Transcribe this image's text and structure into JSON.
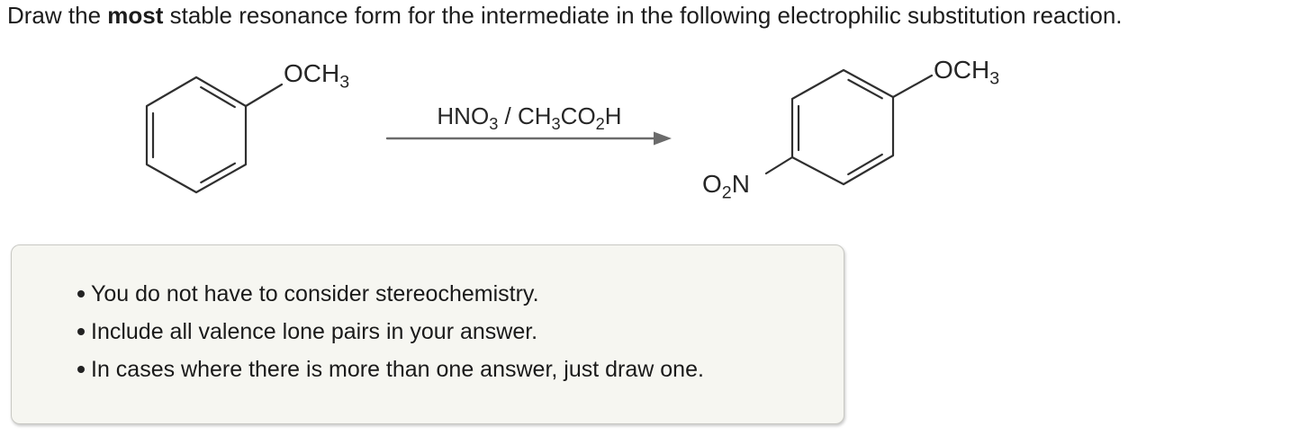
{
  "title": {
    "prefix": "Draw the ",
    "bold": "most",
    "suffix": " stable resonance form for the intermediate in the following electrophilic substitution reaction."
  },
  "reaction": {
    "labels": {
      "reactant_och3": {
        "pre": "OCH",
        "sub": "3"
      },
      "conditions": {
        "p1": "HNO",
        "s1": "3",
        "p2": " / CH",
        "s2": "3",
        "p3": "CO",
        "s3": "2",
        "p4": "H"
      },
      "product_och3": {
        "pre": "OCH",
        "sub": "3"
      },
      "product_no2": {
        "p1": "O",
        "s1": "2",
        "p2": "N"
      }
    }
  },
  "instructions": {
    "items": [
      "You do not have to consider stereochemistry.",
      "Include all valence lone pairs in your answer.",
      "In cases where there is more than one answer, just draw one."
    ]
  },
  "colors": {
    "structure_line": "#2f2f2f",
    "arrow": "#6b6b6b",
    "text": "#1c1c1c",
    "note_box_bg": "#f6f6f1",
    "note_box_border": "#c9c9c4"
  }
}
